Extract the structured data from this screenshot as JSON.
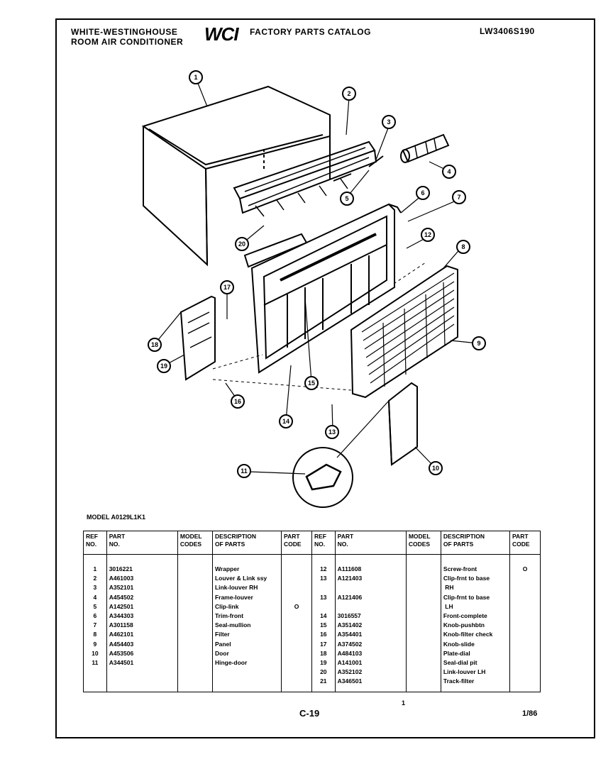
{
  "header": {
    "brand_line1": "WHITE-WESTINGHOUSE",
    "brand_line2": "ROOM AIR CONDITIONER",
    "logo_text": "WCI",
    "catalog_title": "FACTORY PARTS CATALOG",
    "doc_id": "LW3406S190"
  },
  "diagram": {
    "callouts": [
      "1",
      "2",
      "3",
      "4",
      "5",
      "6",
      "7",
      "12",
      "8",
      "9",
      "20",
      "17",
      "18",
      "19",
      "16",
      "15",
      "14",
      "13",
      "11",
      "10"
    ]
  },
  "model_label": "MODEL A0129L1K1",
  "table": {
    "headers": {
      "ref": "REF\nNO.",
      "part": "PART\nNO.",
      "model": "MODEL\nCODES",
      "desc": "DESCRIPTION\nOF PARTS",
      "code": "PART\nCODE"
    },
    "left": {
      "refs": "1\n2\n3\n4\n5\n6\n7\n8\n9\n10\n11",
      "parts": "3016221\nA461003\nA352101\nA454502\nA142501\nA344303\nA301158\nA462101\nA454403\nA453506\nA344501",
      "descs": "Wrapper\nLouver & Link ssy\nLink-louver RH\nFrame-louver\nClip-link\nTrim-front\nSeal-mullion\nFilter\nPanel\nDoor\nHinge-door",
      "codes": "\n\n\n\nO"
    },
    "right": {
      "refs": "12\n13\n\n13\n\n14\n15\n16\n17\n18\n19\n20\n21",
      "parts": "A111608\nA121403\n\nA121406\n\n3016557\nA351402\nA354401\nA374502\nA484103\nA141001\nA352102\nA346501",
      "descs": "Screw-front\nClip-frnt to base\n RH\nClip-frnt to base\n LH\nFront-complete\nKnob-pushbtn\nKnob-filter check\nKnob-slide\nPlate-dial\nSeal-dial pit\nLink-louver LH\nTrack-filter",
      "codes": "O"
    }
  },
  "footer": {
    "page": "C-19",
    "dot": "1",
    "date": "1/86"
  }
}
